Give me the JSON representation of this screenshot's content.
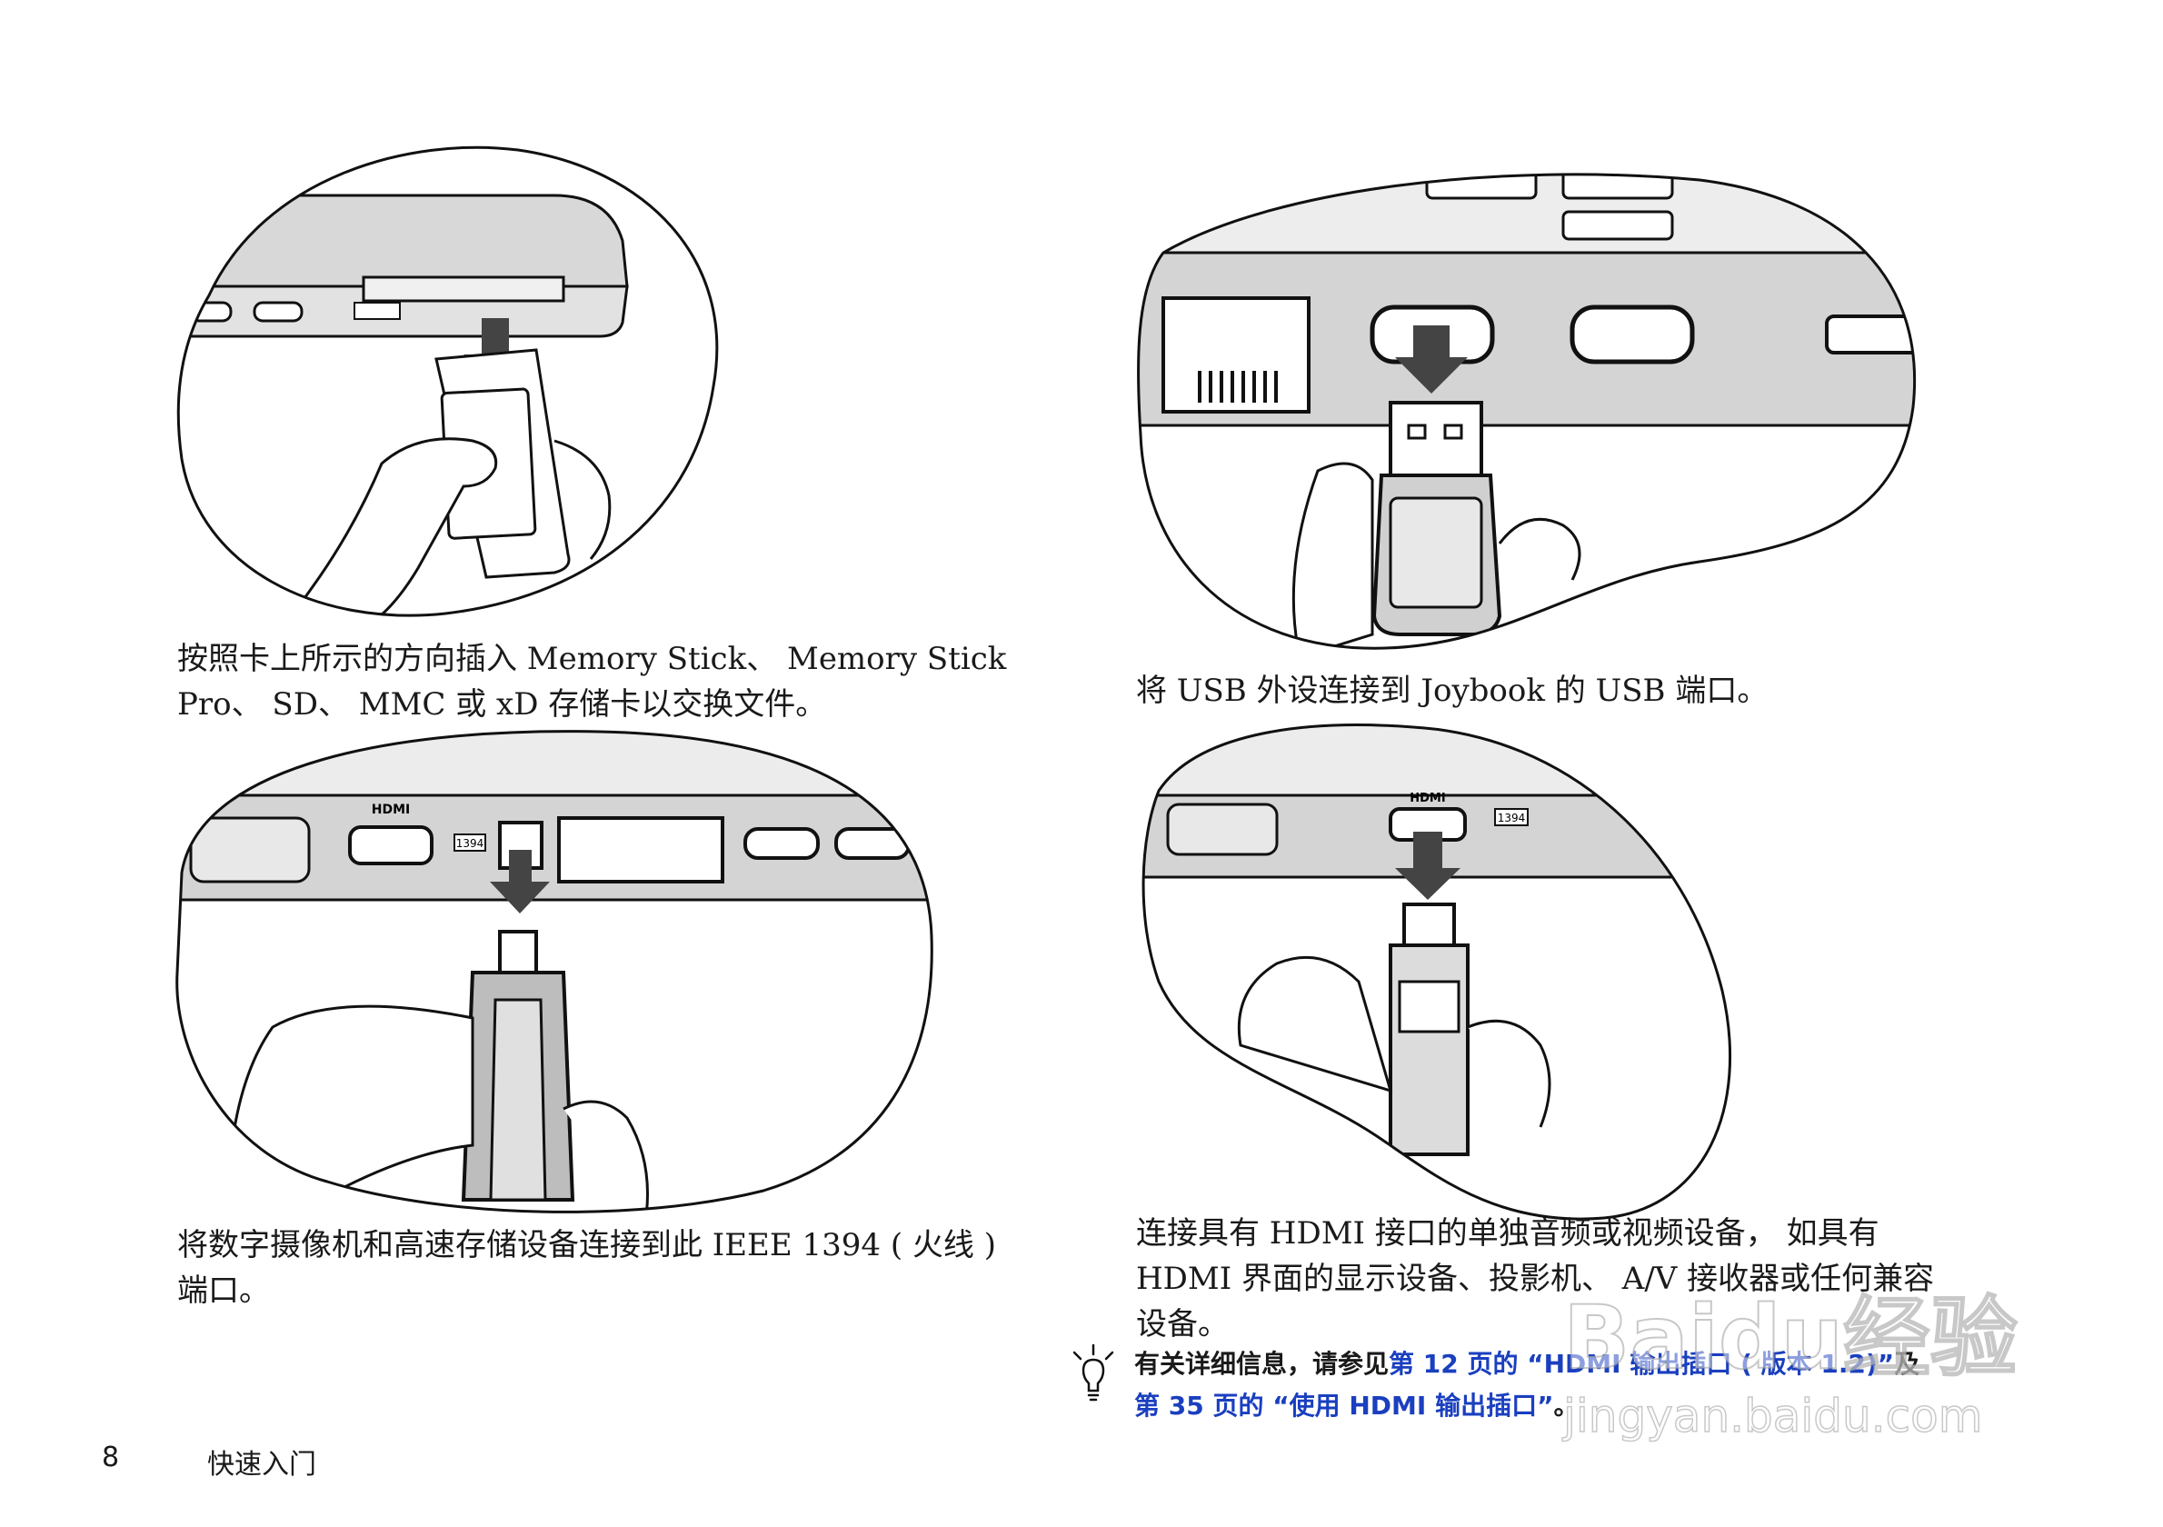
{
  "captions": {
    "card_reader": {
      "line1": "按照卡上所示的方向插入 Memory Stick、 Memory Stick",
      "line2": "Pro、 SD、 MMC 或 xD 存储卡以交换文件。"
    },
    "usb": {
      "line1": "将 USB 外设连接到 Joybook 的 USB 端口。"
    },
    "ieee1394": {
      "line1": "将数字摄像机和高速存储设备连接到此 IEEE 1394 ( 火线 )",
      "line2": "端口。"
    },
    "hdmi": {
      "line1": "连接具有 HDMI 接口的单独音频或视频设备， 如具有",
      "line2": "HDMI 界面的显示设备、投影机、 A/V 接收器或任何兼容",
      "line3": "设备。"
    }
  },
  "tip": {
    "icon": "lightbulb-icon",
    "part1": "有关详细信息，请参见",
    "link1": "第 12 页的 “HDMI 输出插口 ( 版本 1.2)”",
    "part2": "及",
    "link2": "第 35 页的 “使用 HDMI 输出插口”",
    "part3": "。"
  },
  "illustrations": {
    "port_labels": {
      "hdmi_left": "HDMI",
      "ieee_left": "1394",
      "hdmi_right": "HDMI",
      "ieee_right": "1394"
    }
  },
  "footer": {
    "page_number": "8",
    "section_title": "快速入门"
  },
  "watermark": {
    "line1": "Baidu经验",
    "line2": "jingyan.baidu.com"
  },
  "colors": {
    "link": "#1a3fbf",
    "panel_gray": "#d4d4d4",
    "arrow_gray": "#444444"
  }
}
